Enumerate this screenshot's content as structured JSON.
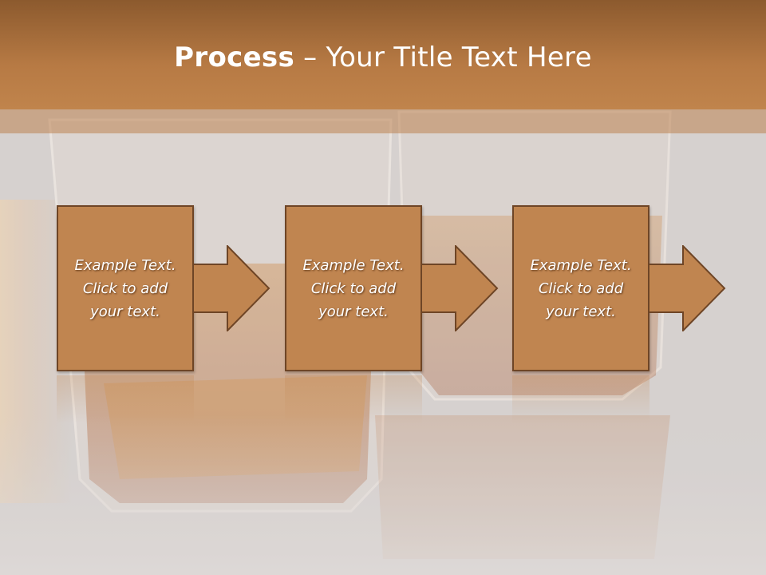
{
  "slide": {
    "title_bold": "Process",
    "title_rest": " – Your Title Text Here",
    "steps": [
      {
        "text": "Example Text.\nClick  to add\nyour text."
      },
      {
        "text": "Example Text.\nClick  to add\nyour text."
      },
      {
        "text": "Example Text.\nClick  to add\nyour text."
      }
    ]
  },
  "colors": {
    "header": "#b77a44",
    "box_fill": "#c08550",
    "box_border": "#6e4526",
    "background": "#cfc9c6"
  }
}
